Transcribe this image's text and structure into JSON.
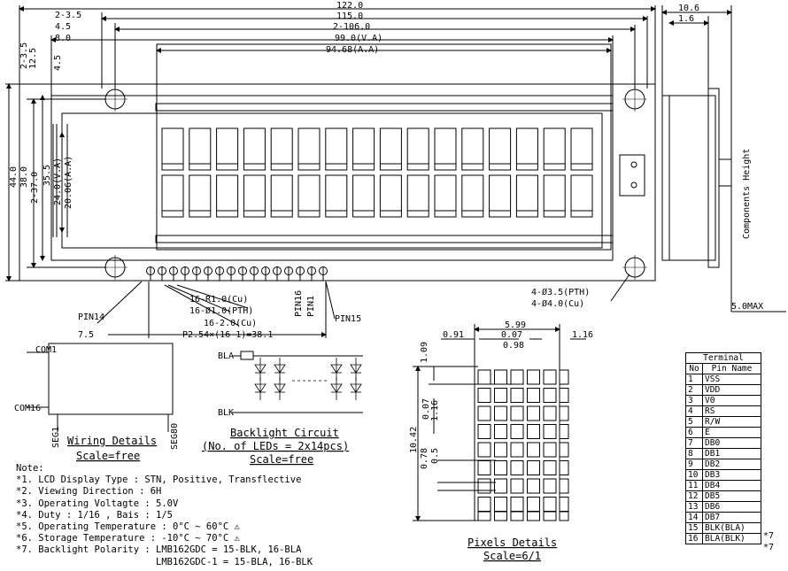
{
  "dims_top": {
    "d1": "122.0",
    "d2": "2-3.5",
    "d3": "115.0",
    "d4": "4.5",
    "d5": "2-106.0",
    "d6": "8.0",
    "d7": "99.0(V.A)",
    "d8": "94.68(A.A)"
  },
  "dims_right": {
    "r1": "10.6",
    "r2": "1.6"
  },
  "dims_left": {
    "l1": "2-3.5",
    "l2": "12.5",
    "l3": "4.5",
    "l4": "44.0",
    "l5": "38.0",
    "l6": "2-37.0",
    "l7": "35.5",
    "l8": "24.0(V.A)",
    "l9": "20.06(A.A)"
  },
  "labels": {
    "components_height": "Components Height",
    "max_height": "5.0MAX",
    "pth_holes_1": "4-Ø3.5(PTH)",
    "pth_holes_2": "4-Ø4.0(Cu)",
    "pin16": "PIN16",
    "pin1": "PIN1",
    "pin14": "PIN14",
    "pin15": "PIN15",
    "pads_cu": "16-R1.0(Cu)",
    "pads_pth": "16-Ø1.0(PTH)",
    "pads_cu2": "16-2.0(Cu)",
    "pitch": "P2.54×(16-1)=38.1",
    "edge": "7.5"
  },
  "wiring": {
    "com1": "COM1",
    "com16": "COM16",
    "seg1": "SEG1",
    "seg80": "SEG80",
    "title": "Wiring Details",
    "scale": "Scale=free"
  },
  "backlight": {
    "bla": "BLA",
    "blk": "BLK",
    "title": "Backlight Circuit",
    "subtitle": "(No. of LEDs = 2x14pcs)",
    "scale": "Scale=free"
  },
  "pixels": {
    "w1": "5.99",
    "w2": "0.91",
    "w3": "0.07",
    "w4": "0.98",
    "w5": "1.16",
    "h1": "1.09",
    "h2": "10.42",
    "h3": "0.07",
    "h4": "1.16",
    "h5": "0.78",
    "h6": "0.5",
    "title": "Pixels Details",
    "scale": "Scale=6/1"
  },
  "notes": {
    "heading": "Note:",
    "lines": [
      "*1. LCD Display Type : STN, Positive, Transflective",
      "*2. Viewing Direction : 6H",
      "*3. Operating Voltagte : 5.0V",
      "*4. Duty : 1/16 , Bais : 1/5",
      "*5. Operating Temperature : 0°C ~ 60°C ⚠",
      "*6. Storage Temperature : -10°C ~ 70°C ⚠",
      "*7. Backlight Polarity : LMB162GDC = 15-BLK, 16-BLA",
      "                         LMB162GDC-1 = 15-BLA, 16-BLK"
    ]
  },
  "terminal": {
    "title": "Terminal",
    "col_no": "No",
    "col_name": "Pin Name",
    "rows": [
      {
        "no": "1",
        "name": "VSS",
        "mark": ""
      },
      {
        "no": "2",
        "name": "VDD",
        "mark": ""
      },
      {
        "no": "3",
        "name": "V0",
        "mark": ""
      },
      {
        "no": "4",
        "name": "RS",
        "mark": ""
      },
      {
        "no": "5",
        "name": "R/W",
        "mark": ""
      },
      {
        "no": "6",
        "name": "E",
        "mark": ""
      },
      {
        "no": "7",
        "name": "DB0",
        "mark": ""
      },
      {
        "no": "8",
        "name": "DB1",
        "mark": ""
      },
      {
        "no": "9",
        "name": "DB2",
        "mark": ""
      },
      {
        "no": "10",
        "name": "DB3",
        "mark": ""
      },
      {
        "no": "11",
        "name": "DB4",
        "mark": ""
      },
      {
        "no": "12",
        "name": "DB5",
        "mark": ""
      },
      {
        "no": "13",
        "name": "DB6",
        "mark": ""
      },
      {
        "no": "14",
        "name": "DB7",
        "mark": ""
      },
      {
        "no": "15",
        "name": "BLK(BLA)",
        "mark": "*7"
      },
      {
        "no": "16",
        "name": "BLA(BLK)",
        "mark": "*7"
      }
    ]
  }
}
